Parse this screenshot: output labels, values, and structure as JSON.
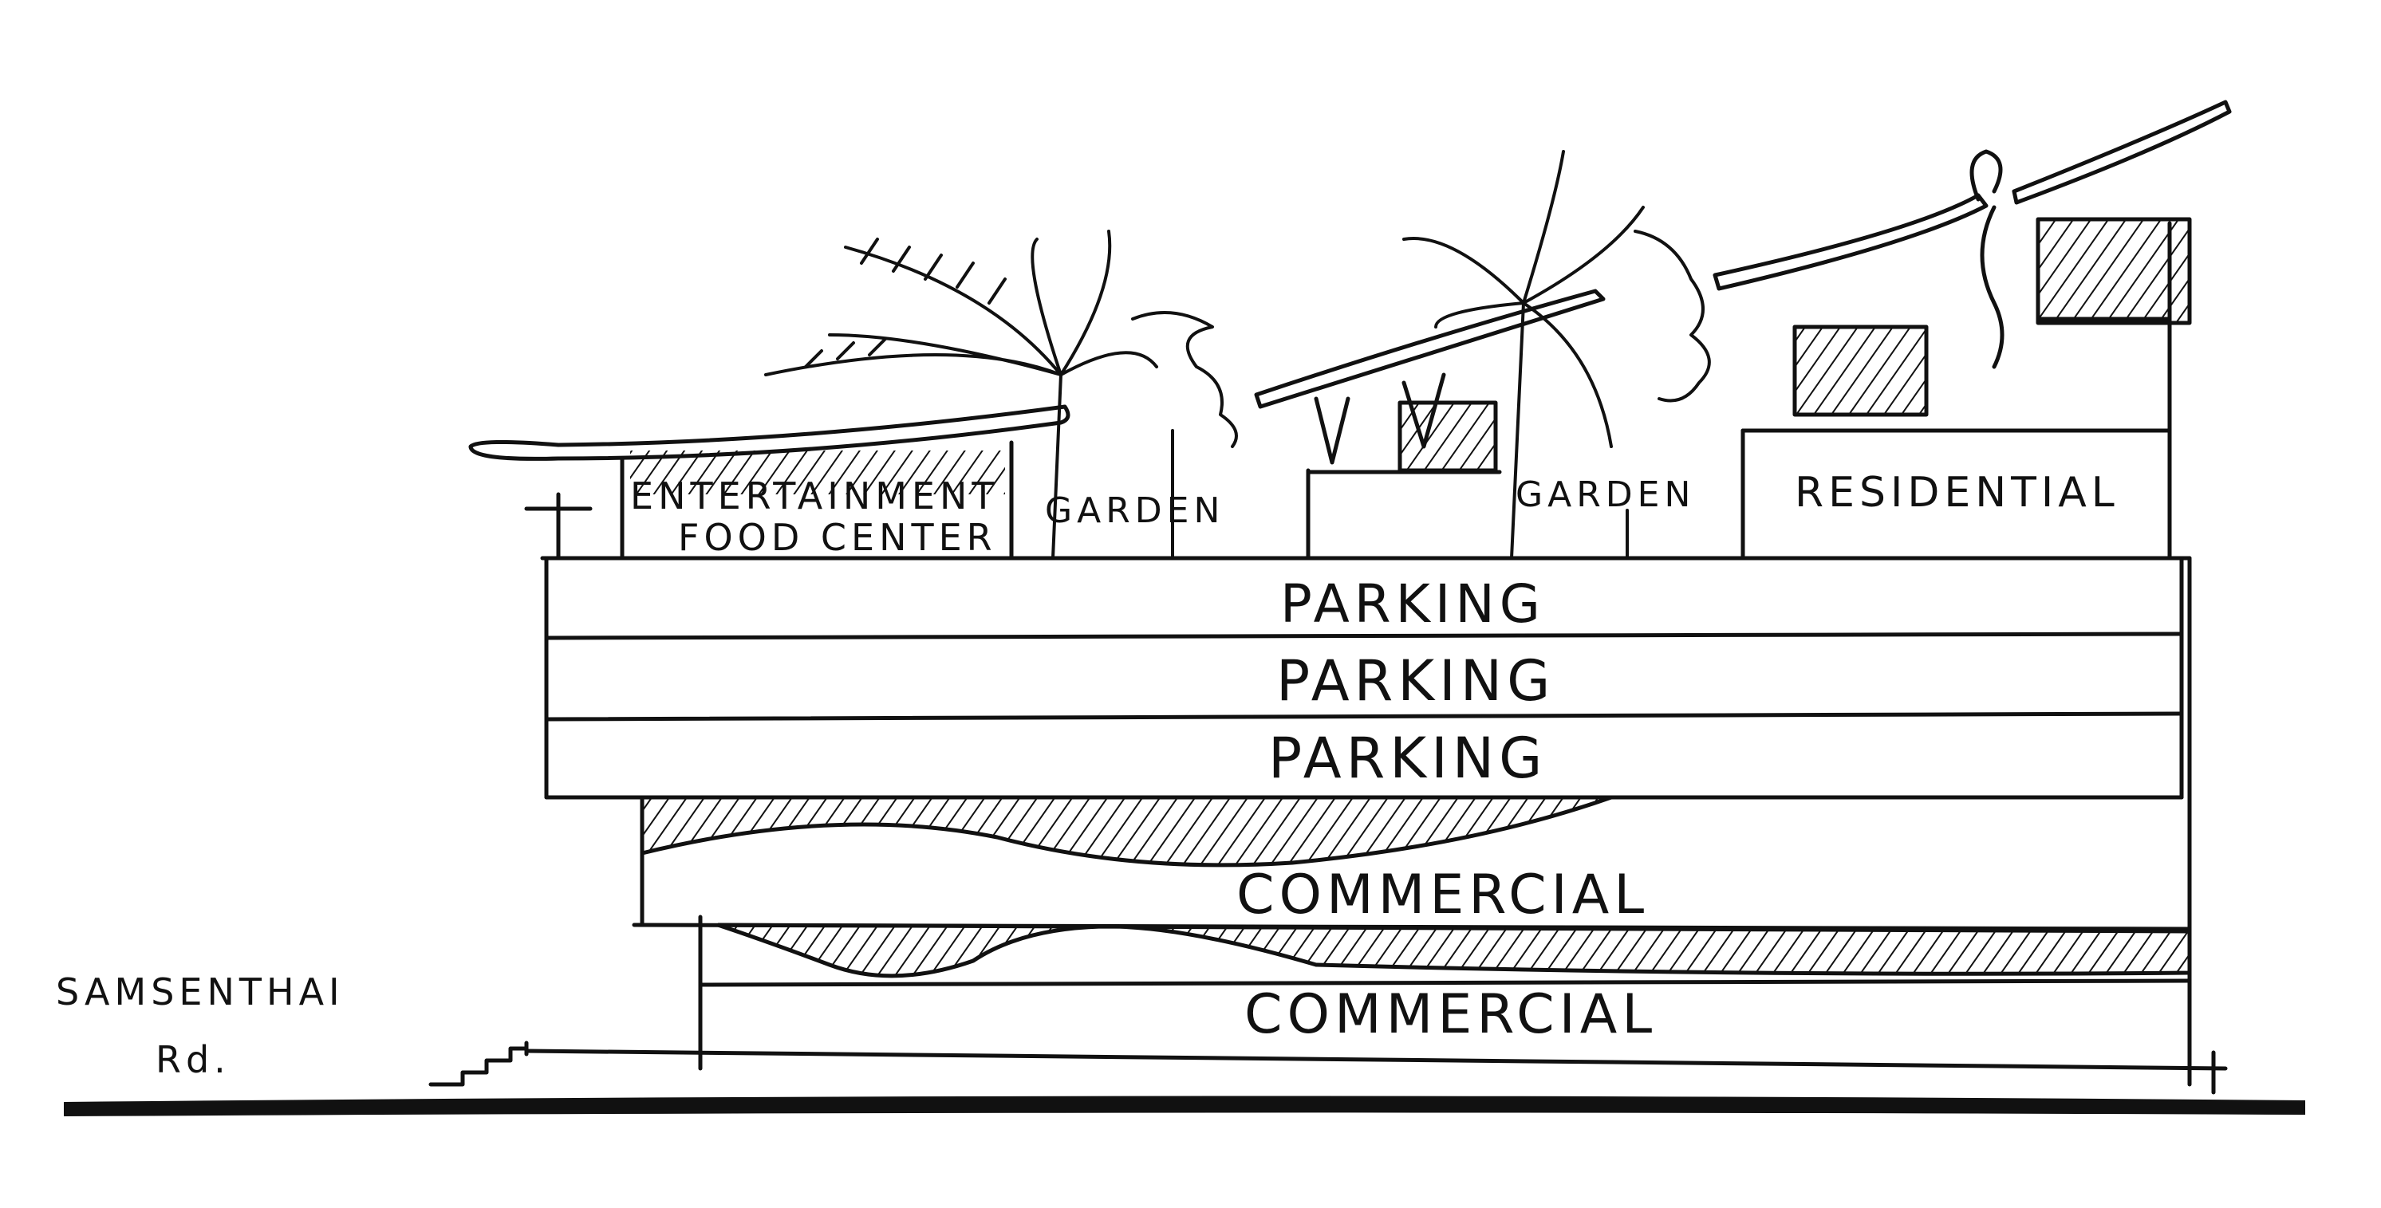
{
  "labels": {
    "entertainment_line1": "ENTERTAINMENT",
    "entertainment_line2": "FOOD CENTER",
    "garden_left": "GARDEN",
    "garden_right": "GARDEN",
    "residential": "RESIDENTIAL",
    "parking_1": "PARKING",
    "parking_2": "PARKING",
    "parking_3": "PARKING",
    "commercial_upper": "COMMERCIAL",
    "commercial_lower": "COMMERCIAL",
    "road_line1": "SAMSENTHAI",
    "road_line2": "Rd."
  },
  "colors": {
    "ink": "#111111",
    "paper": "#ffffff"
  }
}
